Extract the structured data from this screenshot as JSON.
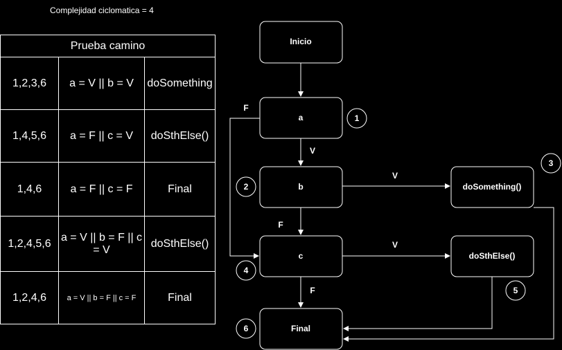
{
  "heading": "Complejidad ciclomatica = 4",
  "table": {
    "title": "Prueba camino",
    "rows": [
      [
        "1,2,3,6",
        "a = V || b = V",
        "doSomething"
      ],
      [
        "1,4,5,6",
        "a = F || c = V",
        "doSthElse()"
      ],
      [
        "1,4,6",
        "a = F || c = F",
        "Final"
      ],
      [
        "1,2,4,5,6",
        "a = V || b = F || c = V",
        "doSthElse()"
      ],
      [
        "1,2,4,6",
        "a = V || b = F || c = F",
        "Final"
      ]
    ]
  },
  "nodes": {
    "inicio": "Inicio",
    "a": "a",
    "b": "b",
    "c": "c",
    "final": "Final",
    "dosomething": "doSomething()",
    "dosthelse": "doSthElse()"
  },
  "edges": {
    "a_false": "F",
    "a_true": "V",
    "b_true": "V",
    "b_false": "F",
    "c_true": "V",
    "c_false": "F"
  },
  "numbers": {
    "n1": "1",
    "n2": "2",
    "n3": "3",
    "n4": "4",
    "n5": "5",
    "n6": "6"
  },
  "colors": {
    "background": "#000000",
    "foreground": "#ffffff"
  }
}
